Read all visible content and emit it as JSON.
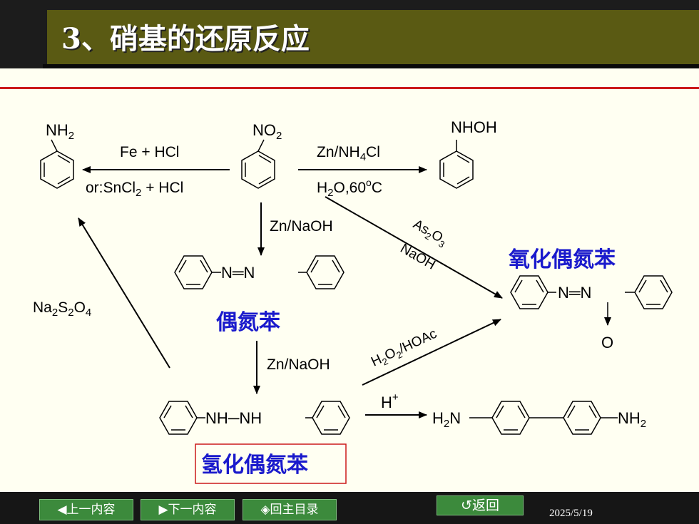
{
  "title": "3、硝基的还原反应",
  "labels": {
    "nh2": "NH",
    "nh2_sub": "2",
    "no2": "NO",
    "no2_sub": "2",
    "nhoh": "NHOH",
    "fe_hcl": "Fe + HCl",
    "sncl2_a": "or:SnCl",
    "sncl2_sub": "2",
    "sncl2_b": " + HCl",
    "zn_nh4cl_a": "Zn/NH",
    "zn_nh4cl_sub": "4",
    "zn_nh4cl_b": "Cl",
    "h2o_a": "H",
    "h2o_sub": "2",
    "h2o_b": "O,60",
    "h2o_sup": "o",
    "h2o_c": "C",
    "zn_naoh": "Zn/NaOH",
    "as2o3_a": "As",
    "as2o3_sub1": "2",
    "as2o3_b": "O",
    "as2o3_sub2": "3",
    "naoh": "NaOH",
    "na2s2o4_a": "Na",
    "na2s2o4_sub1": "2",
    "na2s2o4_b": "S",
    "na2s2o4_sub2": "2",
    "na2s2o4_c": "O",
    "na2s2o4_sub3": "4",
    "azo_link": "N═N",
    "azoxy_link": "N═N",
    "oxide_o": "O",
    "hydrazo_link": "NH─NH",
    "h2o2_a": "H",
    "h2o2_sub1": "2",
    "h2o2_b": "O",
    "h2o2_sub2": "2",
    "h2o2_c": "/HOAc",
    "h_plus": "H",
    "h_plus_sup": "+",
    "benz_left_a": "H",
    "benz_left_sub": "2",
    "benz_left_b": "N",
    "benz_right_a": "NH",
    "benz_right_sub": "2"
  },
  "names": {
    "azoxybenzene": "氧化偶氮苯",
    "azobenzene": "偶氮苯",
    "hydrazobenzene": "氢化偶氮苯"
  },
  "footer": {
    "prev": "◀上一内容",
    "next": "▶下一内容",
    "home": "◈回主目录",
    "back": "↺返回",
    "date": "2025/5/19"
  },
  "colors": {
    "title_bar": "#5a5a13",
    "accent_red": "#cc1a1a",
    "name_blue": "#1a1acc",
    "button_green": "#3c8a3c"
  }
}
